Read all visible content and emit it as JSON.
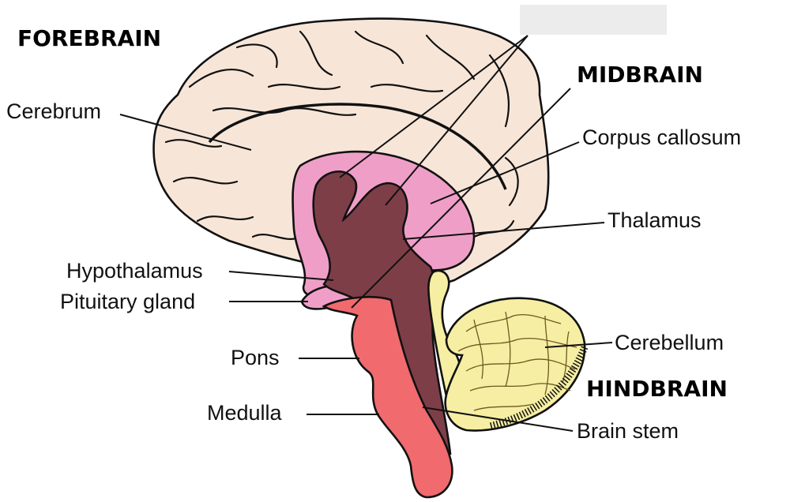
{
  "diagram": {
    "sections": {
      "forebrain": "FOREBRAIN",
      "midbrain": "MIDBRAIN",
      "hindbrain": "HINDBRAIN"
    },
    "labels": {
      "cerebrum": "Cerebrum",
      "corpus_callosum": "Corpus callosum",
      "thalamus": "Thalamus",
      "hypothalamus": "Hypothalamus",
      "pituitary_gland": "Pituitary gland",
      "pons": "Pons",
      "medulla": "Medulla",
      "cerebellum": "Cerebellum",
      "brain_stem": "Brain stem"
    },
    "colors": {
      "cerebrum": "#f7e6d8",
      "corpus_callosum": "#ef9fc7",
      "thalamus": "#7e3e48",
      "brain_stem": "#f06a6e",
      "cerebellum": "#f6eea2",
      "outline": "#111111",
      "answer_box": "#ececec"
    }
  }
}
